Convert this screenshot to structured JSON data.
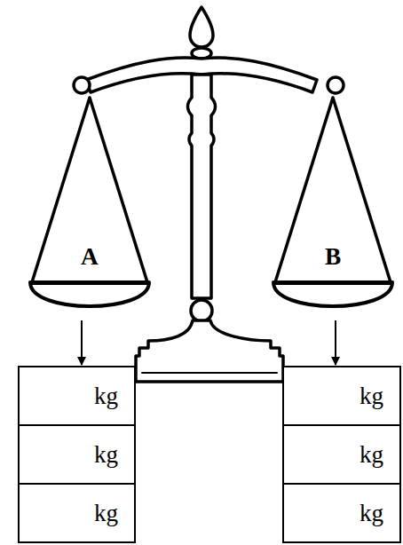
{
  "diagram": {
    "nodes": [
      {
        "text": [
          "A"
        ]
      },
      {
        "text": [
          "B"
        ]
      },
      {
        "text": [
          "kg"
        ]
      },
      {
        "text": [
          "kg"
        ]
      },
      {
        "text": [
          "kg"
        ]
      },
      {
        "text": [
          "kg"
        ]
      },
      {
        "text": [
          "kg"
        ]
      },
      {
        "text": [
          "kg"
        ]
      }
    ],
    "edges": [
      {
        "from": 0,
        "to": 2,
        "arrow": "to"
      },
      {
        "from": 1,
        "to": 3,
        "arrow": "to"
      }
    ]
  }
}
